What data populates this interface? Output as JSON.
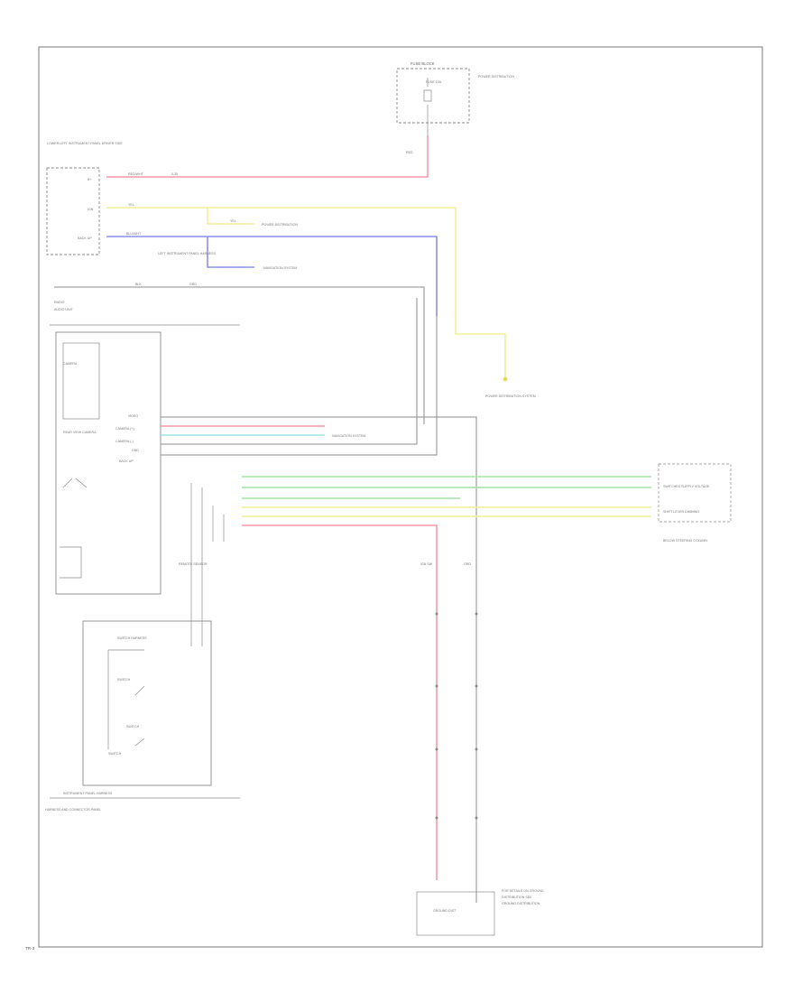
{
  "labels": {
    "fuse_block": "FUSE BLOCK",
    "fuse_detail": "FUSE 10A",
    "fuse_ref": "POWER DISTRIBUTION",
    "power_wire": "RED/WHT",
    "power_wire_gauge": "0.35",
    "fuse_circuit": "RED",
    "module_upper": "LOWER LEFT INSTRUMENT PANEL DRIVER SIDE",
    "pin_top": "B+",
    "pin_mid": "IGN",
    "pin_low": "BACK UP",
    "yellow_wire": "YEL",
    "yellow_wire2": "YEL",
    "yellow_ref": "POWER DISTRIBUTION",
    "blue_wire": "BLU/WHT",
    "blue_ref": "NAVIGATION SYSTEM",
    "splice_ref": "LEFT INSTRUMENT PANEL HARNESS",
    "ground_line": "BLK",
    "ground_line2": "GRD",
    "radio_block": "RADIO",
    "radio_note": "AUDIO UNIT",
    "dvd_ref": "POWER DISTRIBUTION SYSTEM",
    "remote_ref": "REMOTE SENSOR",
    "cam_label": "CAMERA",
    "cam_note": "REAR VIEW CAMERA",
    "pin_video": "VIDEO",
    "pin_camera_plus": "CAMERA (+)",
    "pin_camera_minus": "CAMERA (-)",
    "pin_gnd": "GND",
    "pin_back": "BACK UP",
    "nav_ref": "NAVIGATION SYSTEM",
    "right_ref1": "SWITCHED SUPPLY VOLTAGE",
    "right_ref2": "SHIFT LEVER DIMMING",
    "right_ref3": "BELOW STEERING COLUMN",
    "lower_label": "IGN SW",
    "lower_label2": "GRD",
    "ground_bottom": "GROUND DIST",
    "bottom_note1": "FOR DETAILS ON GROUND",
    "bottom_note2": "DISTRIBUTION SEE",
    "bottom_note3": "GROUND DISTRIBUTION",
    "switch_harness": "SWITCH HARNESS",
    "sub1": "SWITCH",
    "sub2": "SWITCH",
    "sub3": "SWITCH",
    "harness_note": "INSTRUMENT PANEL HARNESS",
    "left_foot": "HARNESS AND CONNECTOR PANEL",
    "footer_ref": "TR-3"
  }
}
